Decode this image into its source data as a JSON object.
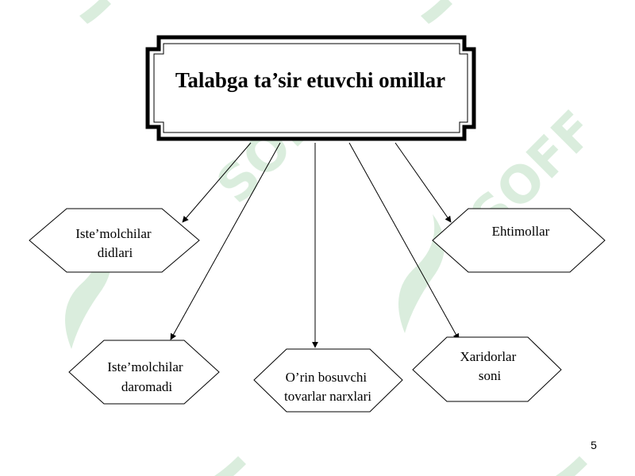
{
  "title": "Talabga ta’sir etuvchi omillar",
  "nodes": [
    {
      "id": "consumer-tastes",
      "lines": [
        "Iste’molchilar",
        "didlari"
      ]
    },
    {
      "id": "expectations",
      "lines": [
        "Ehtimollar"
      ]
    },
    {
      "id": "consumer-income",
      "lines": [
        "Iste’molchilar",
        "daromadi"
      ]
    },
    {
      "id": "substitute-prices",
      "lines": [
        "O’rin bosuvchi",
        "tovarlar narxlari"
      ]
    },
    {
      "id": "buyers-count",
      "lines": [
        "Xaridorlar",
        "soni"
      ]
    }
  ],
  "page_number": "5",
  "watermark": {
    "text": "SOFF",
    "color": "#2e9b3e"
  }
}
